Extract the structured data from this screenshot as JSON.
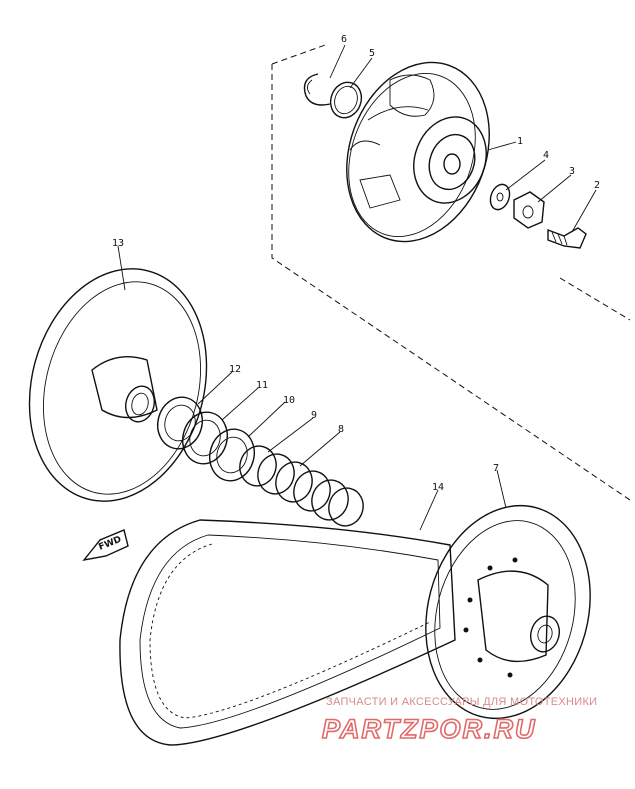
{
  "parts": {
    "p1": "1",
    "p2": "2",
    "p3": "3",
    "p4": "4",
    "p5": "5",
    "p6": "6",
    "p7": "7",
    "p8": "8",
    "p9": "9",
    "p10": "10",
    "p11": "11",
    "p12": "12",
    "p13": "13",
    "p14": "14"
  },
  "fwd_label": "FWD",
  "watermark": {
    "line1": "ЗАПЧАСТИ И АКСЕССУАРЫ ДЛЯ МОТОТЕХНИКИ",
    "line2": "PARTZPOR.RU"
  }
}
